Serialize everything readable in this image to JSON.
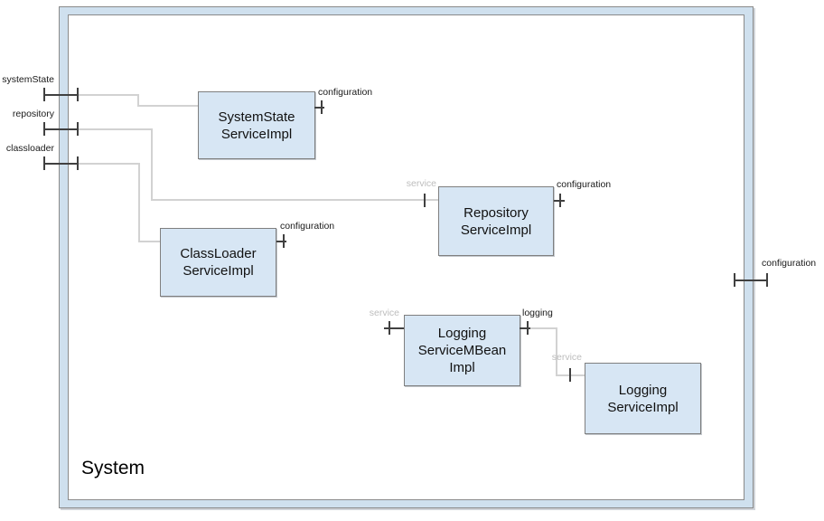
{
  "frame": {
    "title": "System"
  },
  "left_ports": [
    {
      "label": "systemState"
    },
    {
      "label": "repository"
    },
    {
      "label": "classloader"
    }
  ],
  "right_port": {
    "label": "configuration"
  },
  "components": [
    {
      "name": "SystemStateServiceImpl",
      "lines": [
        "SystemState",
        "ServiceImpl"
      ],
      "ports": {
        "configuration": "configuration"
      }
    },
    {
      "name": "RepositoryServiceImpl",
      "lines": [
        "Repository",
        "ServiceImpl"
      ],
      "ports": {
        "service": "service",
        "configuration": "configuration"
      }
    },
    {
      "name": "ClassLoaderServiceImpl",
      "lines": [
        "ClassLoader",
        "ServiceImpl"
      ],
      "ports": {
        "configuration": "configuration"
      }
    },
    {
      "name": "LoggingServiceMBeanImpl",
      "lines": [
        "Logging",
        "ServiceMBean",
        "Impl"
      ],
      "ports": {
        "service": "service",
        "logging": "logging"
      }
    },
    {
      "name": "LoggingServiceImpl",
      "lines": [
        "Logging",
        "ServiceImpl"
      ],
      "ports": {
        "service": "service"
      }
    }
  ],
  "colors": {
    "component_fill": "#d7e6f4",
    "frame_band_fill": "#cfe0ee",
    "border_gray": "#8a8a8a",
    "connector_gray": "#d2d2d2",
    "port_dark": "#404040",
    "muted_label": "#bdbdbd"
  }
}
